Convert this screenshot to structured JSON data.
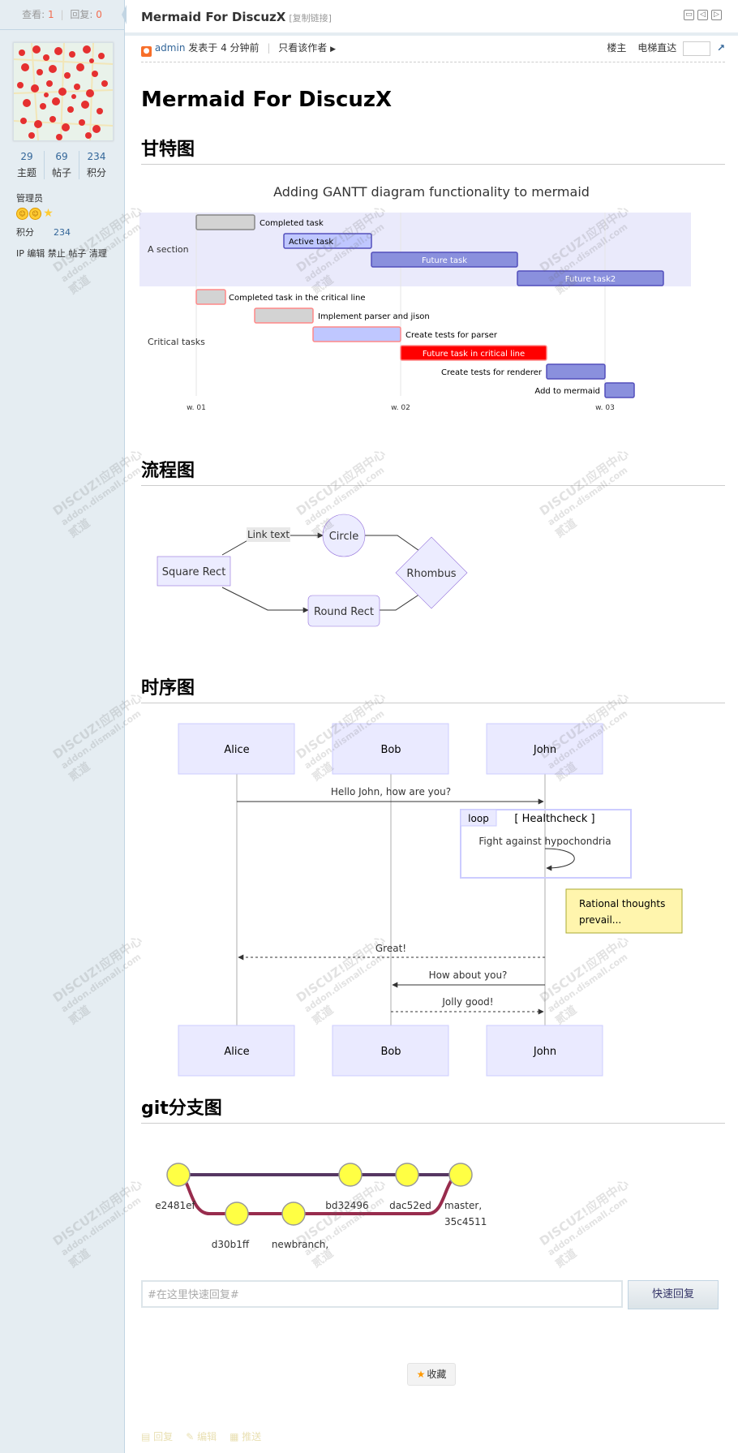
{
  "sidebar": {
    "views_label": "查看:",
    "views_count": "1",
    "replies_label": "回复:",
    "replies_count": "0",
    "stats": [
      {
        "value": "29",
        "label": "主题"
      },
      {
        "value": "69",
        "label": "帖子"
      },
      {
        "value": "234",
        "label": "积分"
      }
    ],
    "group": "管理员",
    "score_label": "积分",
    "score_value": "234",
    "admin_links": "IP 编辑 禁止 帖子 清理"
  },
  "thread": {
    "title": "Mermaid For DiscuzX",
    "copy_link": "[复制链接]"
  },
  "author_bar": {
    "author": "admin",
    "posted": "发表于 4 分钟前",
    "only_author": "只看该作者",
    "floor": "楼主",
    "jump_label": "电梯直达"
  },
  "post": {
    "heading": "Mermaid For DiscuzX",
    "sections": {
      "gantt": "甘特图",
      "flow": "流程图",
      "seq": "时序图",
      "git": "git分支图"
    }
  },
  "gantt": {
    "title": "Adding GANTT diagram functionality to mermaid",
    "section_a": "A section",
    "section_b": "Critical tasks",
    "tasks": [
      "Completed task",
      "Active task",
      "Future task",
      "Future task2",
      "Completed task in the critical line",
      "Implement parser and jison",
      "Create tests for parser",
      "Future task in critical line",
      "Create tests for renderer",
      "Add to mermaid"
    ],
    "ticks": [
      "w. 01",
      "w. 02",
      "w. 03"
    ]
  },
  "flow": {
    "square": "Square Rect",
    "circle": "Circle",
    "round": "Round Rect",
    "rhombus": "Rhombus",
    "link_text": "Link text"
  },
  "seq": {
    "actors": [
      "Alice",
      "Bob",
      "John"
    ],
    "msg1": "Hello John, how are you?",
    "loop_label": "loop",
    "loop_cond": "[ Healthcheck ]",
    "loop_msg": "Fight against hypochondria",
    "note_line1": "Rational thoughts",
    "note_line2": "prevail...",
    "msg2": "Great!",
    "msg3": "How about you?",
    "msg4": "Jolly good!"
  },
  "git": {
    "labels": [
      "e2481ef",
      "d30b1ff",
      "newbranch,",
      "bd32496",
      "dac52ed",
      "master,",
      "35c4511"
    ]
  },
  "reply": {
    "placeholder": "#在这里快速回复#",
    "button": "快速回复"
  },
  "favorite": "收藏",
  "footer": {
    "reply": "回复",
    "edit": "编辑",
    "push": "推送"
  },
  "watermark": {
    "brand": "DISCUZ!应用中心",
    "site": "addon.dismall.com",
    "tag": "贰道"
  },
  "colors": {
    "accent": "#369",
    "count_highlight": "#f26c4f",
    "sidebar_bg": "#e5edf2",
    "gantt_section": "#eaeafb",
    "gantt_active": "#bfc7ff",
    "gantt_future": "#8a90dd",
    "gantt_crit_future": "#ff0000",
    "seq_actor": "#eaeaff",
    "note": "#fff5ad",
    "git_commit": "#ffff44",
    "git_master": "#563762",
    "git_branch": "#982c4d"
  }
}
